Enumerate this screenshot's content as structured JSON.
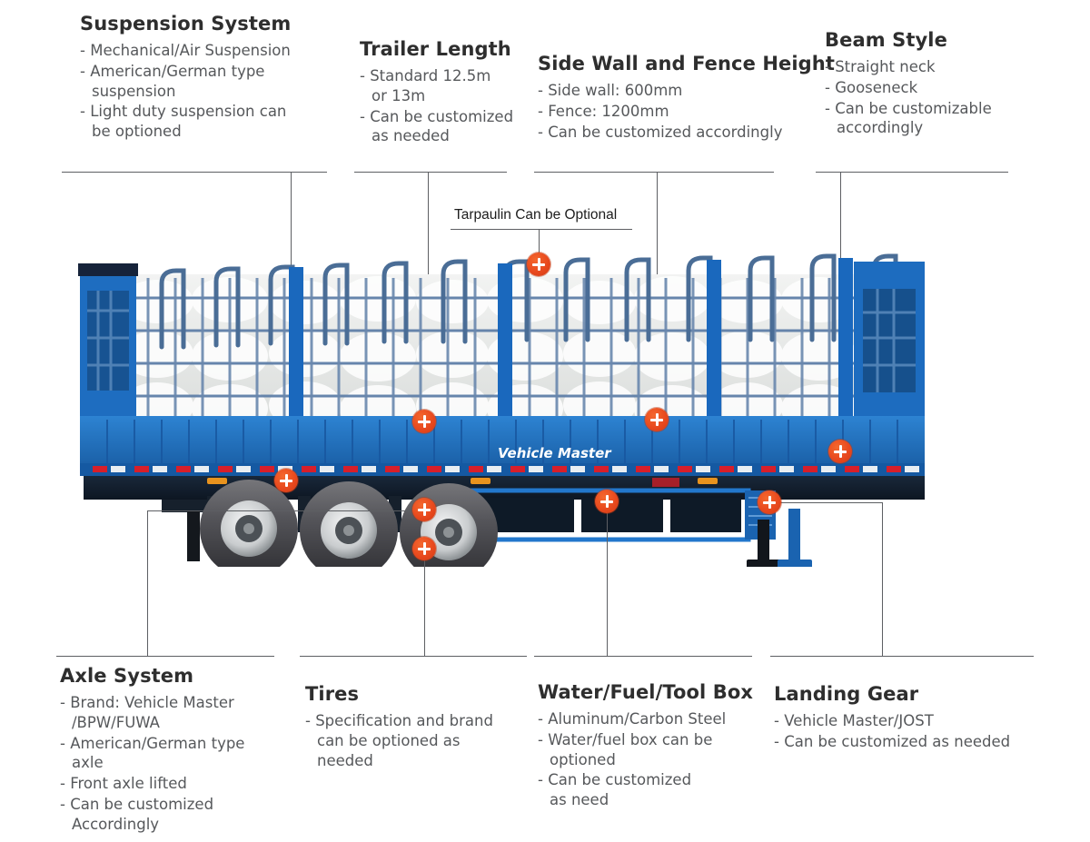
{
  "diagram": {
    "product_brand": "Vehicle Master",
    "marker_icon": "plus-icon",
    "accent_color": "#e8491e",
    "body_color": "#1f6fc4",
    "line_color": "#5d5f63"
  },
  "callouts": {
    "suspension": {
      "title": "Suspension System",
      "items": [
        "Mechanical/Air Suspension",
        "American/German type\nsuspension",
        "Light duty suspension can\nbe optioned"
      ]
    },
    "trailer_length": {
      "title": "Trailer Length",
      "items": [
        "Standard 12.5m\nor 13m",
        "Can be customized\nas needed"
      ]
    },
    "side_wall": {
      "title": "Side Wall and Fence Height",
      "items": [
        "Side wall: 600mm",
        "Fence: 1200mm",
        "Can be customized accordingly"
      ]
    },
    "beam_style": {
      "title": "Beam Style",
      "items": [
        "Straight neck",
        "Gooseneck",
        "Can be customizable\naccordingly"
      ]
    },
    "axle_system": {
      "title": "Axle System",
      "items": [
        "Brand: Vehicle Master\n/BPW/FUWA",
        "American/German type\naxle",
        "Front axle lifted",
        "Can be customized\nAccordingly"
      ]
    },
    "tires": {
      "title": "Tires",
      "items": [
        "Specification and brand\ncan be optioned as\nneeded"
      ]
    },
    "boxes": {
      "title": "Water/Fuel/Tool Box",
      "items": [
        "Aluminum/Carbon Steel",
        "Water/fuel box can be\noptioned",
        "Can be customized\nas need"
      ]
    },
    "landing_gear": {
      "title": "Landing Gear",
      "items": [
        "Vehicle Master/JOST",
        "Can be customized as needed"
      ]
    },
    "tarpaulin": {
      "label": "Tarpaulin Can be Optional"
    }
  }
}
